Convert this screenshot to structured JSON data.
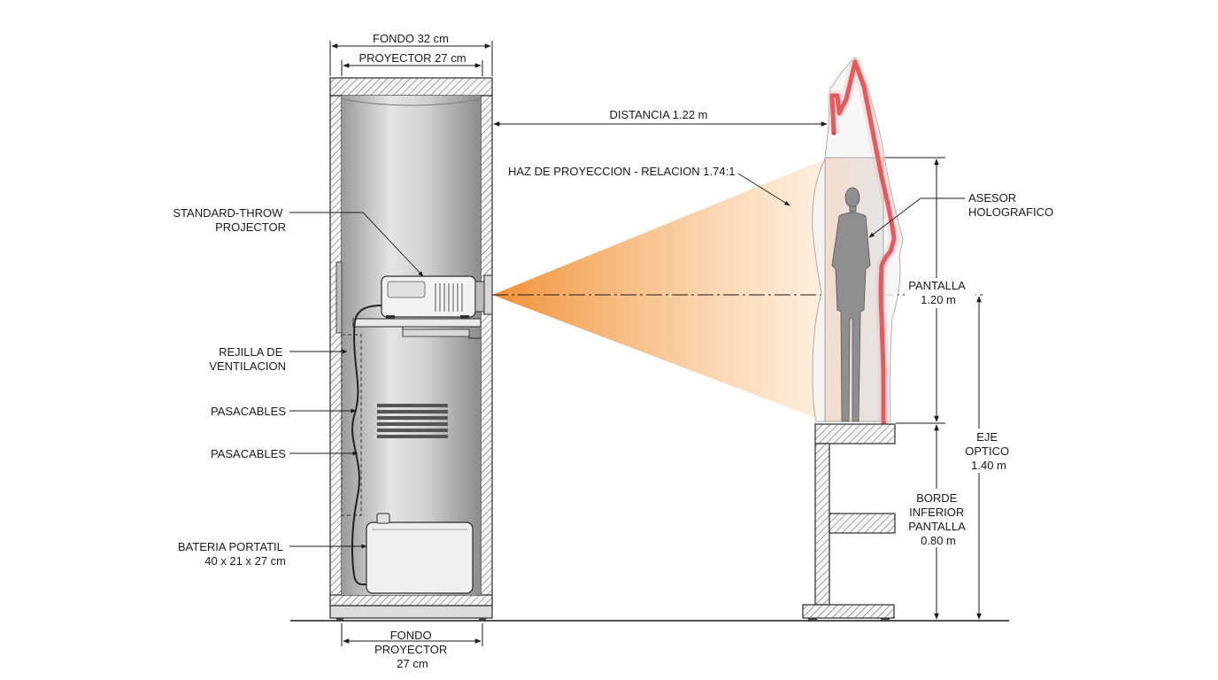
{
  "labels": {
    "fondo_top": "FONDO 32 cm",
    "proyector_top": "PROYECTOR 27 cm",
    "distancia": "DISTANCIA 1.22 m",
    "haz": "HAZ DE PROYECCION - RELACION 1.74:1",
    "standard_throw": [
      "STANDARD-THROW",
      "PROJECTOR"
    ],
    "asesor": [
      "ASESOR",
      "HOLOGRAFICO"
    ],
    "pantalla": [
      "PANTALLA",
      "1.20 m"
    ],
    "rejilla": [
      "REJILLA DE",
      "VENTILACION"
    ],
    "pasacables_1": "PASACABLES",
    "pasacables_2": "PASACABLES",
    "eje_optico": [
      "EJE",
      "OPTICO",
      "1.40 m"
    ],
    "bateria": [
      "BATERIA PORTATIL",
      "40 x 21 x 27 cm"
    ],
    "borde_inferior": [
      "BORDE",
      "INFERIOR",
      "PANTALLA",
      "0.80 m"
    ],
    "fondo_bottom": [
      "FONDO",
      "PROYECTOR",
      "27 cm"
    ]
  },
  "colors": {
    "beam": "#f3a24a",
    "outline_red": "#e0262b",
    "hatch": "#555555",
    "cabinet_fill": "#c8c8c8"
  }
}
